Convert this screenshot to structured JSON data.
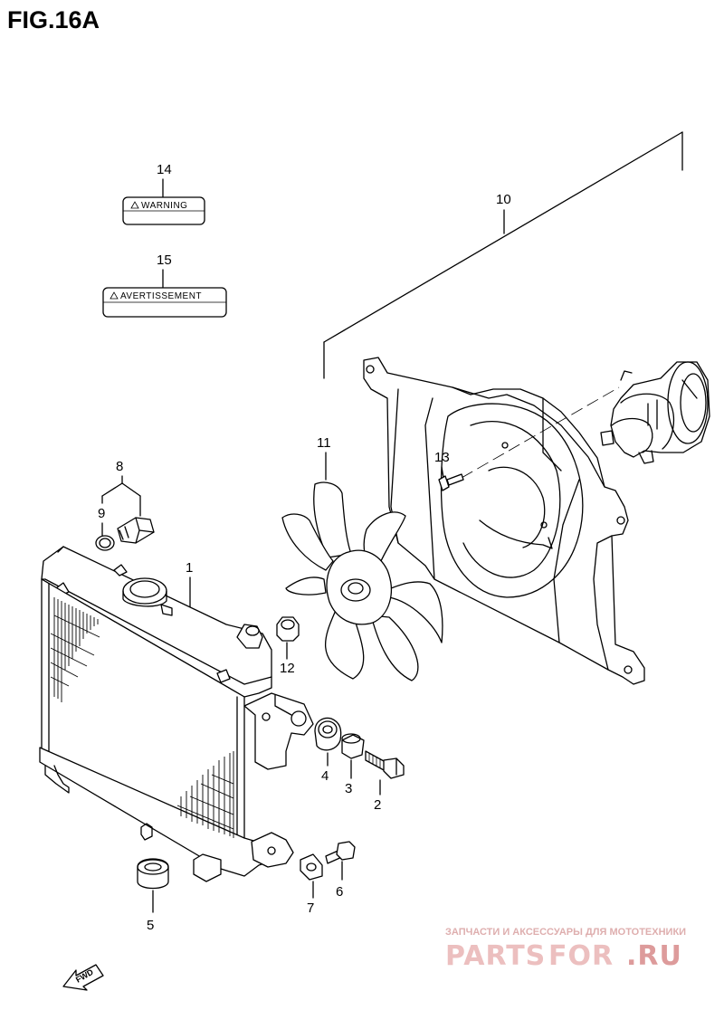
{
  "figure": {
    "title": "FIG.16A"
  },
  "labels": {
    "warning": "WARNING",
    "avertissement": "AVERTISSEMENT"
  },
  "callouts": [
    "1",
    "2",
    "3",
    "4",
    "5",
    "6",
    "7",
    "8",
    "9",
    "10",
    "11",
    "12",
    "13",
    "14",
    "15"
  ],
  "direction": {
    "fwd": "FWD"
  },
  "watermark": {
    "tagline": "ЗАПЧАСТИ И АКСЕССУАРЫ ДЛЯ МОТОТЕХНИКИ",
    "brand_a": "PARTS",
    "brand_b": "FOR",
    "brand_c": ".RU"
  }
}
